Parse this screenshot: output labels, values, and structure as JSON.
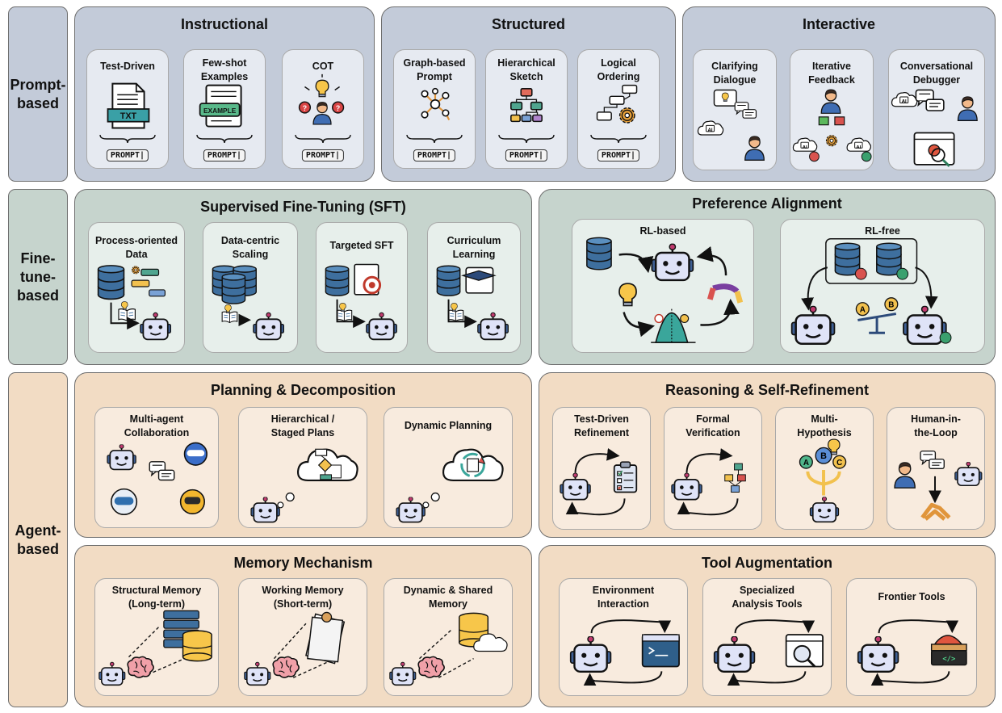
{
  "rows": {
    "prompt": "Prompt-\nbased",
    "finetune": "Fine-\ntune-\nbased",
    "agent": "Agent-\nbased"
  },
  "prompt": {
    "instructional": {
      "title": "Instructional",
      "cards": [
        "Test-Driven",
        "Few-shot\nExamples",
        "COT"
      ]
    },
    "structured": {
      "title": "Structured",
      "cards": [
        "Graph-based\nPrompt",
        "Hierarchical\nSketch",
        "Logical\nOrdering"
      ]
    },
    "interactive": {
      "title": "Interactive",
      "cards": [
        "Clarifying\nDialogue",
        "Iterative\nFeedback",
        "Conversational\nDebugger"
      ]
    },
    "tag": "PROMPT|",
    "icons": {
      "txt": "TXT",
      "example": "EXAMPLE",
      "ai": "AI"
    }
  },
  "finetune": {
    "sft": {
      "title": "Supervised Fine-Tuning (SFT)",
      "cards": [
        "Process-oriented\nData",
        "Data-centric\nScaling",
        "Targeted SFT",
        "Curriculum\nLearning"
      ]
    },
    "pref": {
      "title": "Preference Alignment",
      "cards": [
        "RL-based",
        "RL-free"
      ]
    },
    "icons": {
      "a": "A",
      "b": "B"
    }
  },
  "agent": {
    "planning": {
      "title": "Planning & Decomposition",
      "cards": [
        "Multi-agent\nCollaboration",
        "Hierarchical /\nStaged Plans",
        "Dynamic Planning"
      ]
    },
    "reasoning": {
      "title": "Reasoning & Self-Refinement",
      "cards": [
        "Test-Driven\nRefinement",
        "Formal\nVerification",
        "Multi-\nHypothesis",
        "Human-in-\nthe-Loop"
      ]
    },
    "memory": {
      "title": "Memory Mechanism",
      "cards": [
        "Structural Memory\n(Long-term)",
        "Working Memory\n(Short-term)",
        "Dynamic & Shared\nMemory"
      ]
    },
    "tools": {
      "title": "Tool Augmentation",
      "cards": [
        "Environment\nInteraction",
        "Specialized\nAnalysis Tools",
        "Frontier Tools"
      ]
    },
    "icons": {
      "a": "A",
      "b": "B",
      "c": "C",
      "code": "</>"
    }
  },
  "colors": {
    "prompt_bg": "#c3cbd9",
    "prompt_card": "#e6eaf1",
    "finetune_bg": "#c6d4cd",
    "finetune_card": "#e7efeb",
    "agent_bg": "#f2dcc4",
    "agent_card": "#f8ebde",
    "robot": "#dfe3f7",
    "database": "#3e6f9e"
  }
}
